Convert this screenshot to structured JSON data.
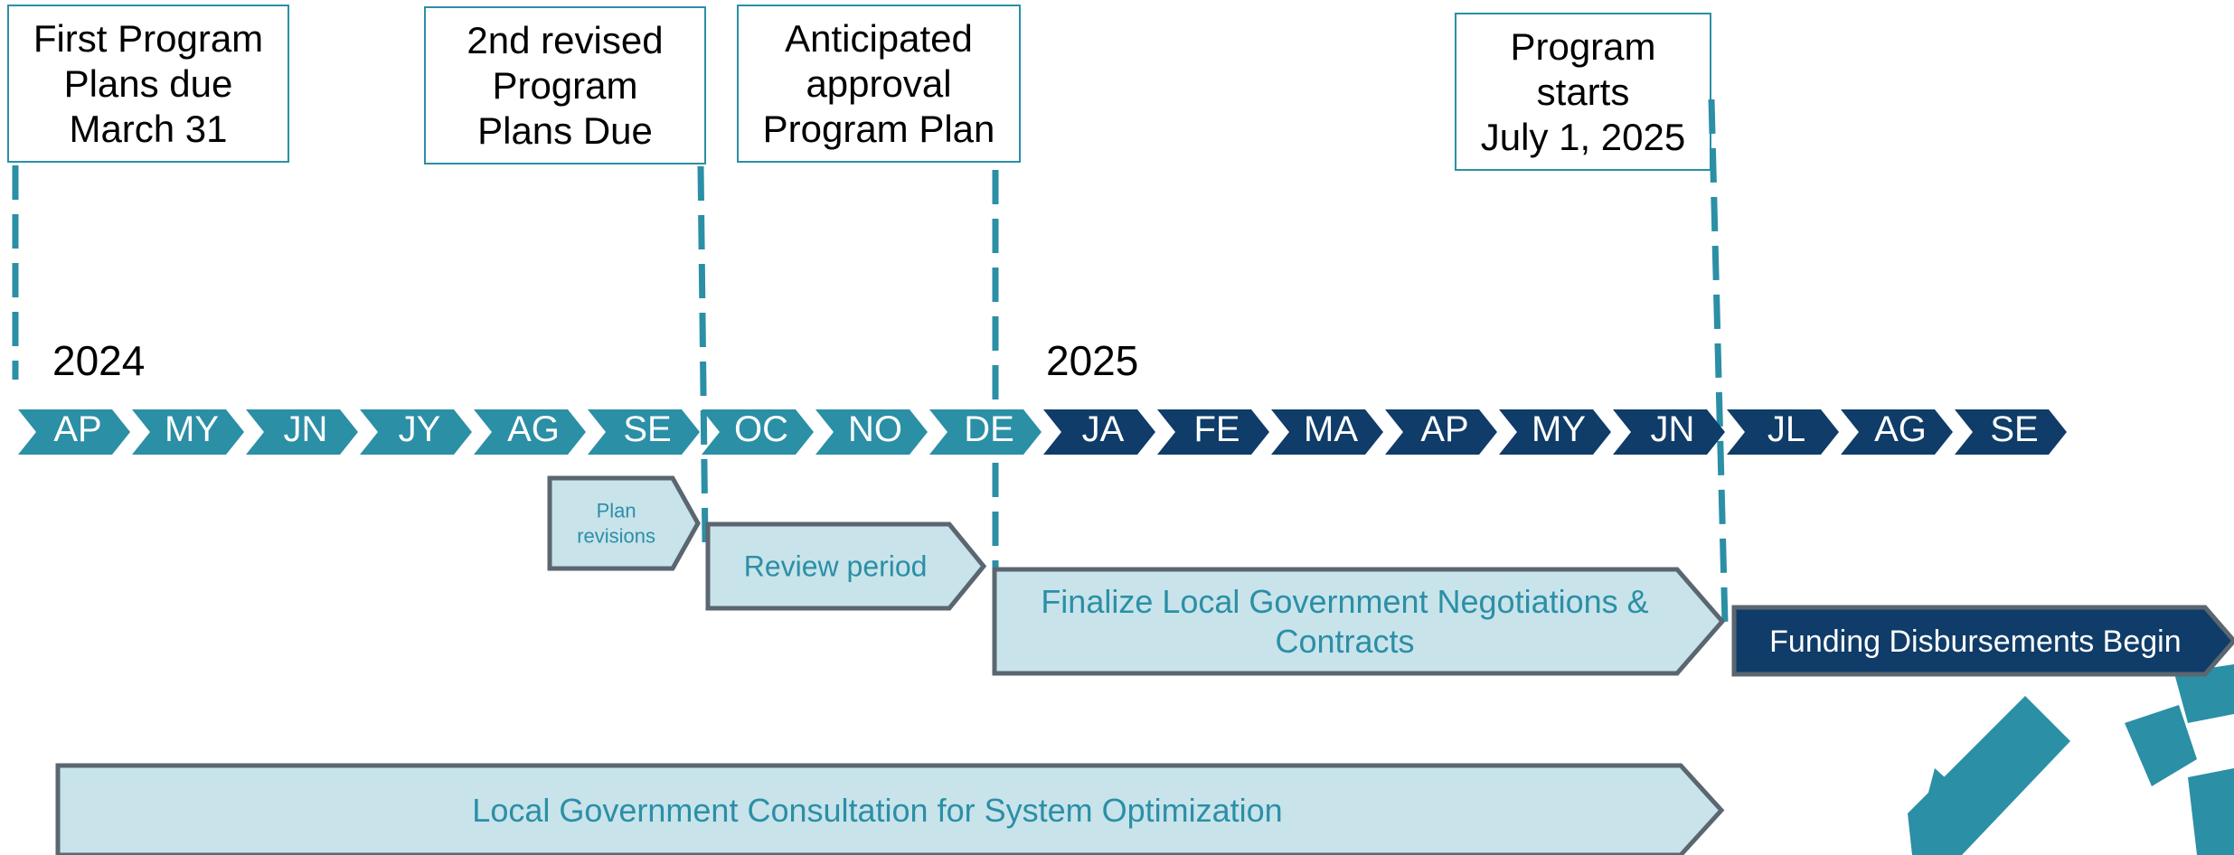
{
  "milestones": [
    {
      "label": "First Program\nPlans due\nMarch 31"
    },
    {
      "label": "2nd revised\nProgram\nPlans Due"
    },
    {
      "label": "Anticipated\napproval\nProgram Plan"
    },
    {
      "label": "Program\nstarts\nJuly 1, 2025"
    }
  ],
  "years": {
    "first": "2024",
    "second": "2025"
  },
  "months": [
    {
      "label": "AP",
      "year": "2024"
    },
    {
      "label": "MY",
      "year": "2024"
    },
    {
      "label": "JN",
      "year": "2024"
    },
    {
      "label": "JY",
      "year": "2024"
    },
    {
      "label": "AG",
      "year": "2024"
    },
    {
      "label": "SE",
      "year": "2024"
    },
    {
      "label": "OC",
      "year": "2024"
    },
    {
      "label": "NO",
      "year": "2024"
    },
    {
      "label": "DE",
      "year": "2024"
    },
    {
      "label": "JA",
      "year": "2025"
    },
    {
      "label": "FE",
      "year": "2025"
    },
    {
      "label": "MA",
      "year": "2025"
    },
    {
      "label": "AP",
      "year": "2025"
    },
    {
      "label": "MY",
      "year": "2025"
    },
    {
      "label": "JN",
      "year": "2025"
    },
    {
      "label": "JL",
      "year": "2025"
    },
    {
      "label": "AG",
      "year": "2025"
    },
    {
      "label": "SE",
      "year": "2025"
    }
  ],
  "phases": [
    {
      "label": "Plan\nrevisions",
      "style": "light"
    },
    {
      "label": "Review period",
      "style": "light"
    },
    {
      "label": "Finalize Local Government Negotiations &\nContracts",
      "style": "light"
    },
    {
      "label": "Funding Disbursements Begin",
      "style": "dark"
    },
    {
      "label": "Local Government Consultation for System Optimization",
      "style": "light"
    }
  ],
  "colors": {
    "teal": "#2b8fa6",
    "navy": "#0f3c68",
    "phase_fill": "#c8e3ea",
    "phase_text": "#2b8fa6",
    "phase_border": "#5a6670"
  }
}
